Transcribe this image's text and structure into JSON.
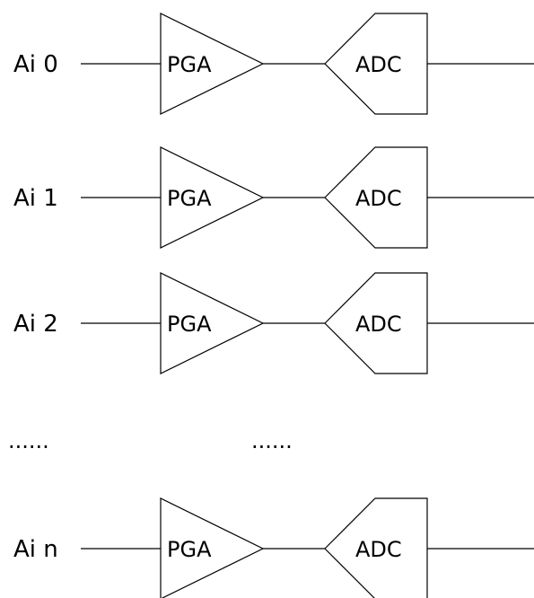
{
  "channels": [
    {
      "input_label": "Ai 0",
      "pga_label": "PGA",
      "adc_label": "ADC"
    },
    {
      "input_label": "Ai 1",
      "pga_label": "PGA",
      "adc_label": "ADC"
    },
    {
      "input_label": "Ai 2",
      "pga_label": "PGA",
      "adc_label": "ADC"
    },
    {
      "input_label": "Ai n",
      "pga_label": "PGA",
      "adc_label": "ADC"
    }
  ],
  "ellipsis": {
    "left": "......",
    "middle": "......"
  }
}
